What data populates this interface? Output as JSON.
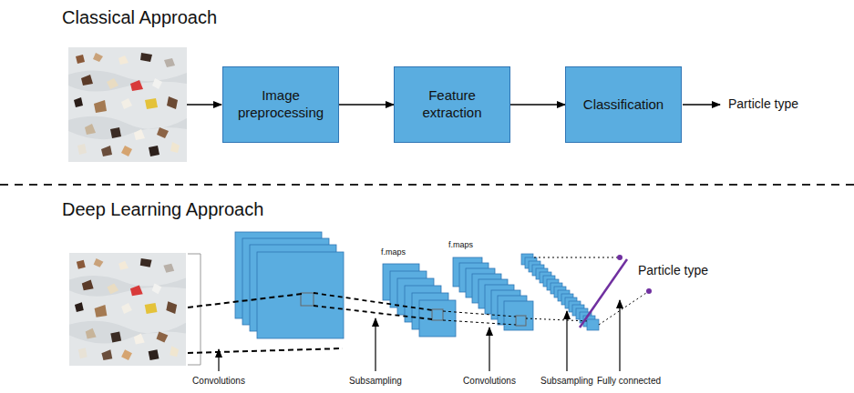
{
  "diagram": {
    "nodes": [
      {
        "text": [
          "Image preprocessing"
        ]
      },
      {
        "text": [
          "Feature extraction"
        ]
      },
      {
        "text": [
          "Classification"
        ]
      }
    ],
    "edges": [
      {
        "from": 0,
        "to": 1,
        "arrow": "to"
      },
      {
        "from": 1,
        "to": 2,
        "arrow": "to"
      }
    ],
    "labels": [
      "Classical Approach",
      "Particle type",
      "Deep Learning Approach",
      "f.maps",
      "f.maps",
      "Particle type",
      "Convolutions",
      "Subsampling",
      "Convolutions",
      "Subsampling",
      "Fully connected"
    ]
  }
}
